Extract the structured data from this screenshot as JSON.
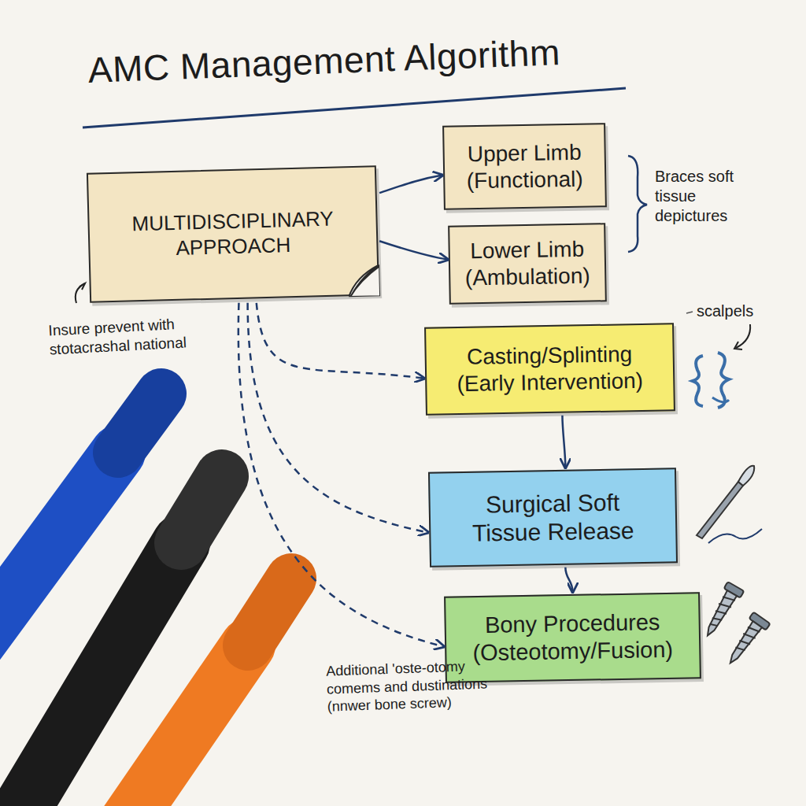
{
  "diagram": {
    "title": "AMC Management Algorithm",
    "nodes": [
      {
        "text": [
          "MULTIDISCIPLINARY APPROACH"
        ]
      },
      {
        "text": [
          "Upper Limb (Functional)"
        ]
      },
      {
        "text": [
          "Lower Limb (Ambulation)"
        ]
      },
      {
        "text": [
          "Casting/Splinting (Early Intervention)"
        ]
      },
      {
        "text": [
          "Surgical Soft Tissue Release"
        ]
      },
      {
        "text": [
          "Bony Procedures (Osteotomy/Fusion)"
        ]
      }
    ],
    "edges": [
      {
        "from": 0,
        "to": 1,
        "arrow": "to"
      },
      {
        "from": 0,
        "to": 2,
        "arrow": "to"
      },
      {
        "from": 0,
        "to": 3,
        "arrow": "to"
      },
      {
        "from": 0,
        "to": 4,
        "arrow": "to"
      },
      {
        "from": 0,
        "to": 5,
        "arrow": "to"
      },
      {
        "from": 3,
        "to": 4,
        "arrow": "to"
      },
      {
        "from": 4,
        "to": 5,
        "arrow": "to"
      }
    ],
    "labels": [
      "Braces soft tissue depictures",
      "scalpels",
      "Insure prevent with stotacrashal national",
      "Additional 'oste-otomy comems and dustinations (nnwer bone screw)"
    ]
  }
}
